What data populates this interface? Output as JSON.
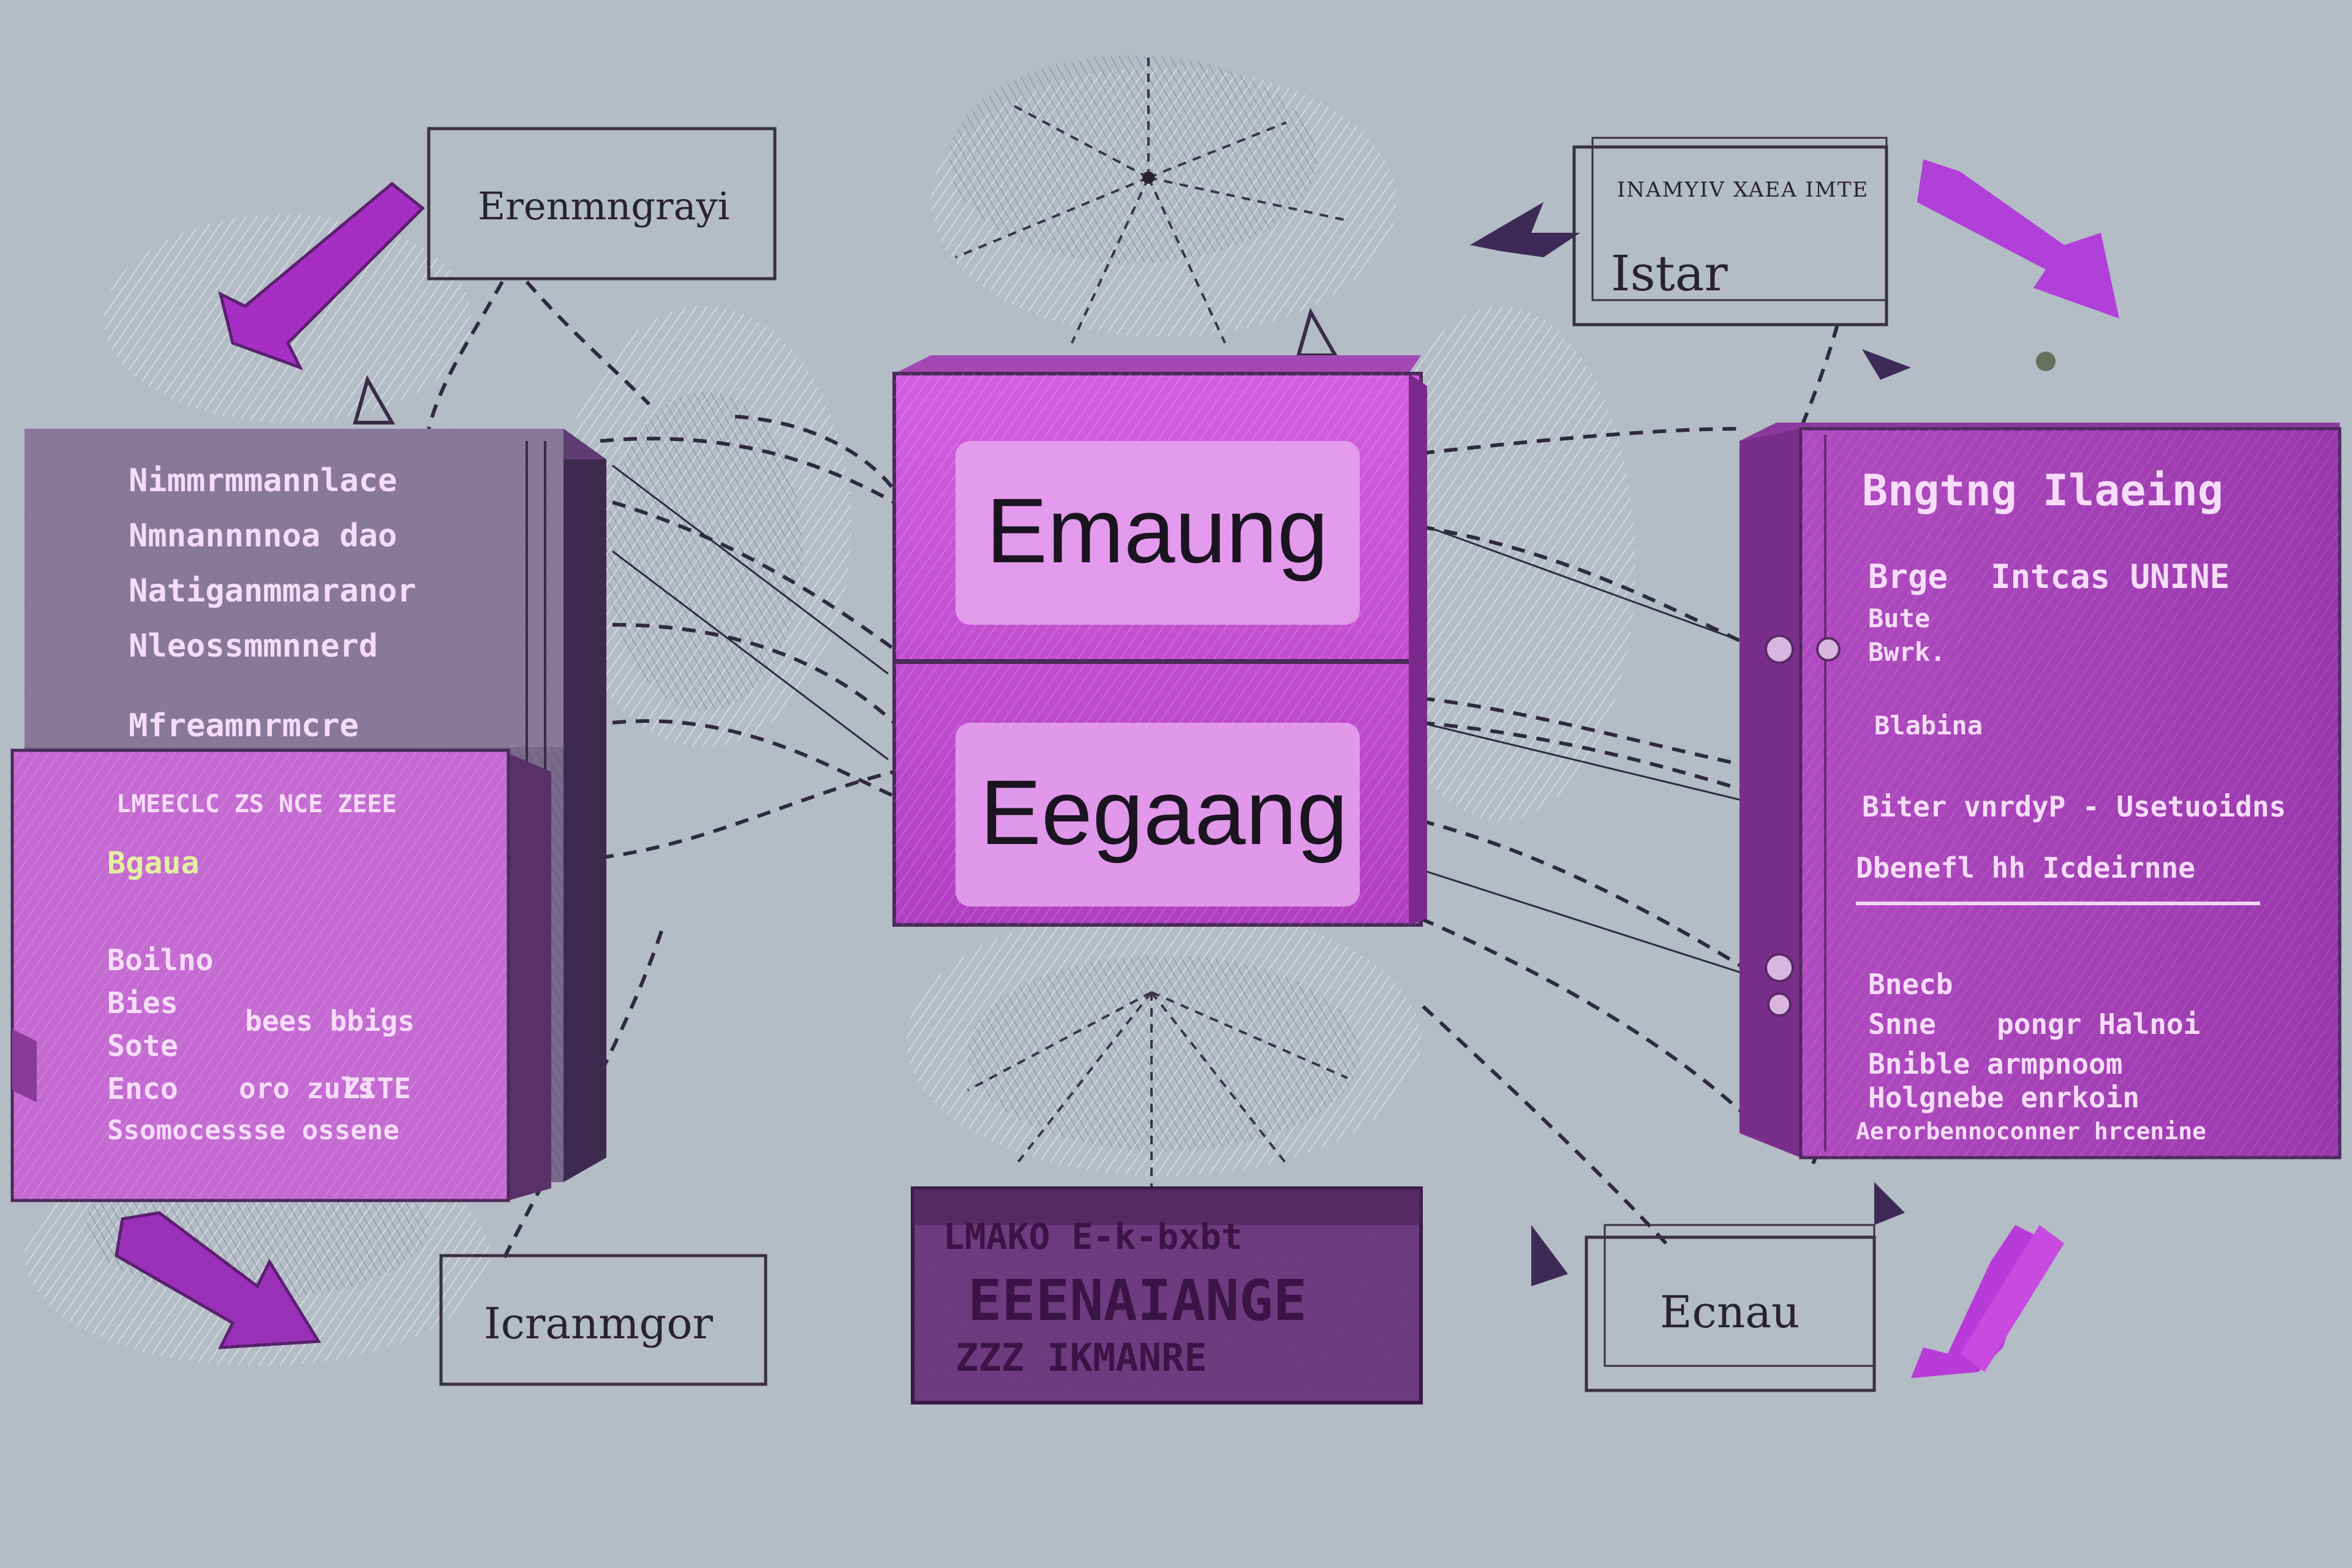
{
  "colors": {
    "background": "#b4bcc6",
    "box_purple": "#c44ad0",
    "box_light": "#e79cf0",
    "box_dark": "#5a2a66",
    "ink": "#2a2230",
    "arrow_magenta": "#a830c8"
  },
  "center": {
    "top_label": "Emaung",
    "bottom_label": "Eegaang"
  },
  "bottom_stack": {
    "line1": "LMAKO E-k-bxbt",
    "line2": "EEENAIANGE",
    "line3": "ZZZ IKMANRE"
  },
  "labels": {
    "top_left": "Erenmngrayi",
    "top_right_line1": "INAMYIV XAEA IMTE",
    "top_right_line2": "Istar",
    "bottom_left": "Icranmgor",
    "bottom_right": "Ecnau"
  },
  "left_card": {
    "back_lines": [
      "Nimmrmmannlace",
      "Nmnannnnoa dao",
      "Natiganmmaranor",
      "Nleossmmnnerd",
      "Mfreamnrmcre"
    ],
    "front_heading": "LMEECLC ZS NCE ZEEE",
    "front_sub": "Bgaua",
    "front_left_rows": [
      "Boilno",
      "Bies",
      "Sote",
      "Enco"
    ],
    "front_right_rows": [
      "bees bbigs",
      "oro zuls",
      "ZITE"
    ],
    "front_footer": "Ssomocessse ossene"
  },
  "right_card": {
    "title": "Bngtng Ilaeing",
    "row1_left": "Brge",
    "row1_right": "Intcas UNINE",
    "row2": "Bute",
    "row3": "Bwrk.",
    "row4": "Blabina",
    "row5": "Biter vnrdyP - Usetuoidns",
    "row6": "Dbenefl hh Icdeirnne",
    "row7": "Bnecb",
    "row8_left": "Snne",
    "row8_right": "pongr Halnoi",
    "row9": "Bnible armpnoom",
    "row10": "Holgnebe enrkoin",
    "row11": "Aerorbennoconner hrcenine"
  }
}
